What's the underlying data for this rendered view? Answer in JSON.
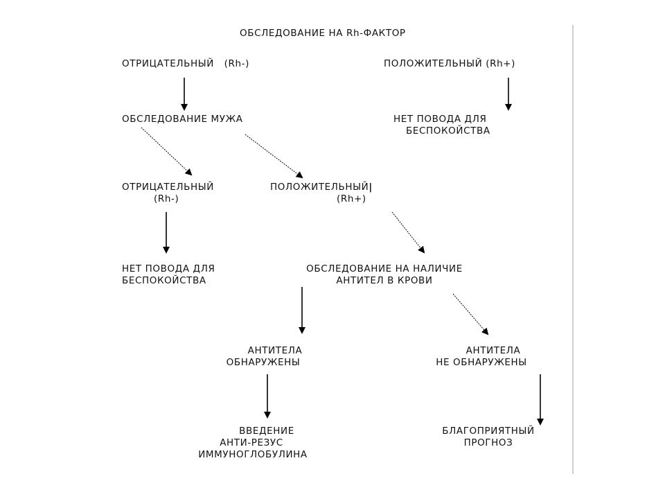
{
  "title": "ОБСЛЕДОВАНИЕ НА Rh-ФАКТОР",
  "negative": "ОТРИЦАТЕЛЬНЫЙ",
  "negative_code": "(Rh-)",
  "positive": "ПОЛОЖИТЕЛЬНЫЙ",
  "positive_code": "(Rh+)",
  "no_worry_1_line1": "НЕТ ПОВОДА ДЛЯ",
  "no_worry_1_line2": "БЕСПОКОЙСТВА",
  "husband_test": "ОБСЛЕДОВАНИЕ МУЖА",
  "husband_negative": "ОТРИЦАТЕЛЬНЫЙ",
  "husband_negative_code": "(Rh-)",
  "husband_positive": "ПОЛОЖИТЕЛЬНЫЙ",
  "husband_positive_code": "(Rh+)",
  "no_worry_2_line1": "НЕТ ПОВОДА ДЛЯ",
  "no_worry_2_line2": "БЕСПОКОЙСТВА",
  "antibody_test_line1": "ОБСЛЕДОВАНИЕ НА НАЛИЧИЕ",
  "antibody_test_line2": "АНТИТЕЛ В КРОВИ",
  "found_line1": "АНТИТЕЛА",
  "found_line2": "ОБНАРУЖЕНЫ",
  "not_found_line1": "АНТИТЕЛА",
  "not_found_line2": "НЕ ОБНАРУЖЕНЫ",
  "treatment_line1": "ВВЕДЕНИЕ",
  "treatment_line2": "АНТИ-РЕЗУС",
  "treatment_line3": "ИММУНОГЛОБУЛИНА",
  "prognosis_line1": "БЛАГОПРИЯТНЫЙ",
  "prognosis_line2": "ПРОГНОЗ"
}
